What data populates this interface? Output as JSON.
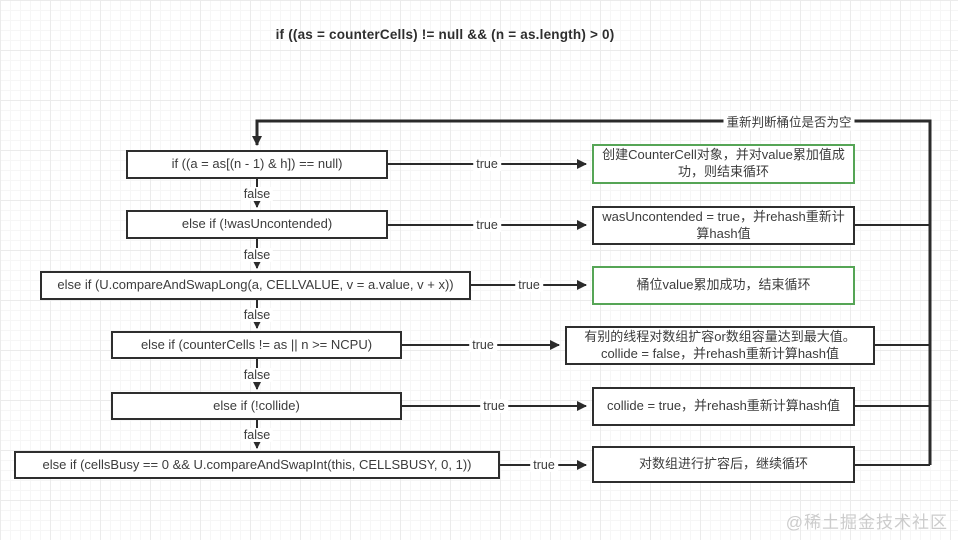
{
  "title": "if ((as = counterCells) != null && (n = as.length) > 0)",
  "loop_label": "重新判断桶位是否为空",
  "watermark": "@稀土掘金技术社区",
  "labels": {
    "true": "true",
    "false": "false"
  },
  "colors": {
    "success_border": "#56a556",
    "line": "#2b2b2b"
  },
  "rows": [
    {
      "condition": "if ((a = as[(n - 1) & h]) == null)",
      "result": "创建CounterCell对象，并对value累加值成功，则结束循环",
      "result_type": "success"
    },
    {
      "condition": "else if (!wasUncontended)",
      "result": "wasUncontended = true，并rehash重新计算hash值",
      "result_type": "normal"
    },
    {
      "condition": "else if (U.compareAndSwapLong(a, CELLVALUE, v = a.value, v + x))",
      "result": "桶位value累加成功，结束循环",
      "result_type": "success"
    },
    {
      "condition": "else if (counterCells != as || n >= NCPU)",
      "result": "有别的线程对数组扩容or数组容量达到最大值。collide = false，并rehash重新计算hash值",
      "result_type": "normal"
    },
    {
      "condition": "else if (!collide)",
      "result": "collide = true，并rehash重新计算hash值",
      "result_type": "normal"
    },
    {
      "condition": "else if (cellsBusy == 0 && U.compareAndSwapInt(this, CELLSBUSY, 0, 1))",
      "result": "对数组进行扩容后，继续循环",
      "result_type": "normal"
    }
  ]
}
